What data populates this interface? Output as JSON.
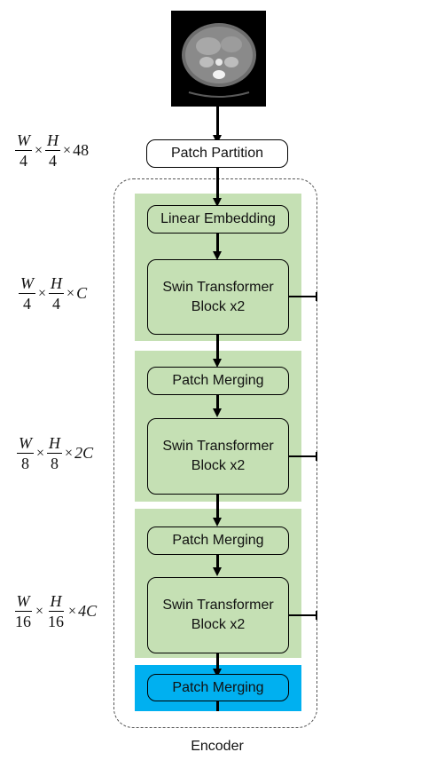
{
  "input_image": {
    "alt": "CT scan slice"
  },
  "patch_partition": "Patch Partition",
  "encoder_label": "Encoder",
  "stage1": {
    "embedding": "Linear Embedding",
    "block_line1": "Swin Transformer",
    "block_line2": "Block x2"
  },
  "stage2": {
    "merging": "Patch Merging",
    "block_line1": "Swin Transformer",
    "block_line2": "Block x2"
  },
  "stage3": {
    "merging": "Patch Merging",
    "block_line1": "Swin Transformer",
    "block_line2": "Block x2"
  },
  "stage4": {
    "merging": "Patch Merging"
  },
  "dims": [
    {
      "n1": "W",
      "d1": "4",
      "n2": "H",
      "d2": "4",
      "c": "48",
      "c_italic": false
    },
    {
      "n1": "W",
      "d1": "4",
      "n2": "H",
      "d2": "4",
      "c": "C",
      "c_italic": true
    },
    {
      "n1": "W",
      "d1": "8",
      "n2": "H",
      "d2": "8",
      "c": "2C",
      "c_italic": true
    },
    {
      "n1": "W",
      "d1": "16",
      "n2": "H",
      "d2": "16",
      "c": "4C",
      "c_italic": true
    }
  ],
  "times": "×",
  "colors": {
    "stage_green": "#c5e0b4",
    "stage_blue": "#00b0f0"
  }
}
